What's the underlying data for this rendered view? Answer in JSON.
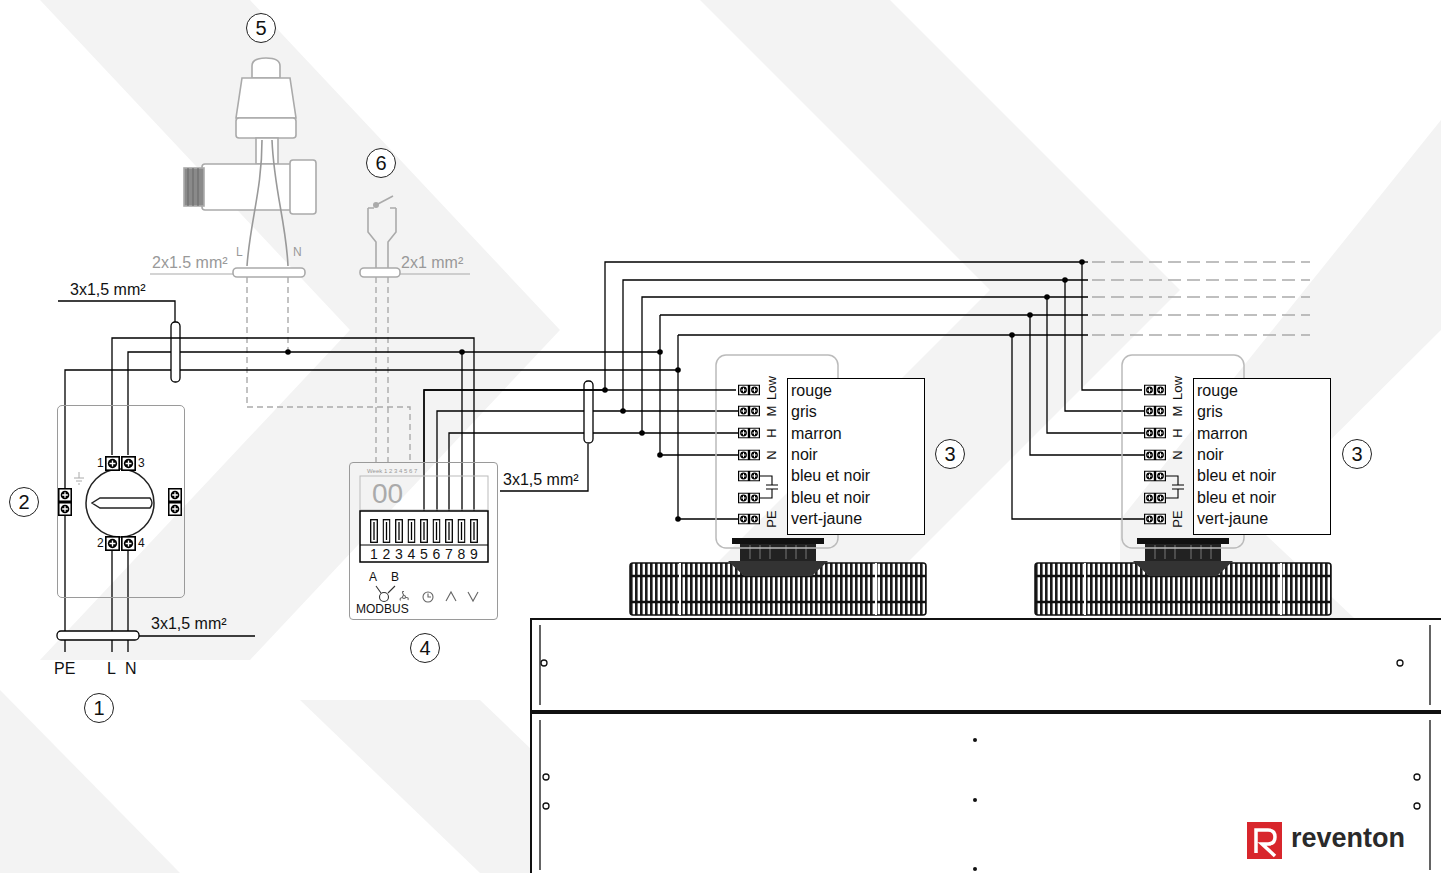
{
  "diagram": {
    "nodes": [
      {
        "text": [
          "1",
          "3",
          "2",
          "4"
        ]
      },
      {
        "text": [
          "Week 1 2 3 4 5 6 7",
          "00",
          "1 2 3 4 5 6 7 8 9",
          "A",
          "B",
          "MODBUS"
        ]
      },
      {
        "text": [
          "rouge",
          "gris",
          "marron",
          "noir",
          "bleu et noir",
          "bleu et noir",
          "vert-jaune"
        ]
      },
      {
        "text": [
          "rouge",
          "gris",
          "marron",
          "noir",
          "bleu et noir",
          "bleu et noir",
          "vert-jaune"
        ]
      }
    ],
    "edges": [
      {
        "from": 0,
        "to": 1,
        "arrow": "none",
        "label": "3x1,5 mm²"
      },
      {
        "from": 1,
        "to": 2,
        "arrow": "none",
        "label": "3x1,5 mm²"
      },
      {
        "from": 1,
        "to": 3,
        "arrow": "none"
      }
    ],
    "labels": [
      "5",
      "6",
      "2x1.5 mm²",
      "L",
      "N",
      "2x1 mm²",
      "2",
      "Low",
      "M",
      "H",
      "N",
      "PE",
      "3",
      "Low",
      "M",
      "H",
      "N",
      "PE",
      "3",
      "4",
      "3x1,5 mm²",
      "PE",
      "L",
      "N",
      "1",
      "reventon"
    ]
  }
}
